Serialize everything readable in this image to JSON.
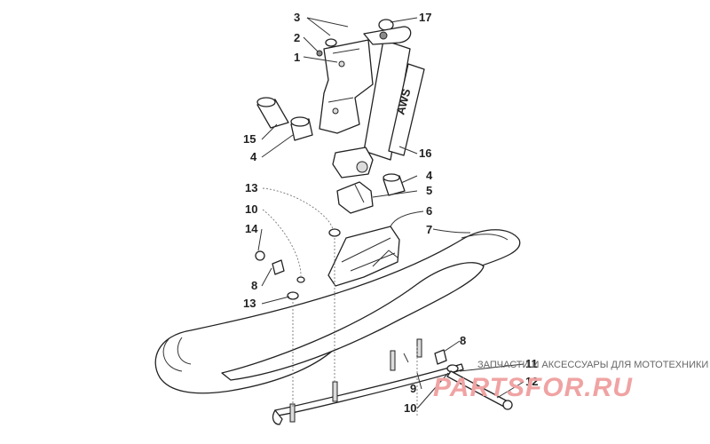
{
  "callouts": {
    "c1": "1",
    "c2": "2",
    "c3": "3",
    "c4a": "4",
    "c4b": "4",
    "c5": "5",
    "c6": "6",
    "c7": "7",
    "c8a": "8",
    "c8b": "8",
    "c9": "9",
    "c10a": "10",
    "c10b": "10",
    "c11": "11",
    "c12": "12",
    "c13a": "13",
    "c13b": "13",
    "c14": "14",
    "c15": "15",
    "c16": "16",
    "c17": "17"
  },
  "decal_text": "AWS",
  "watermark": {
    "caption": "ЗАПЧАСТИ И АКСЕССУАРЫ ДЛЯ МОТОТЕХНИКИ",
    "brand": "PARTSFOR.RU"
  },
  "colors": {
    "line": "#222222",
    "watermark": "#f0a3a3"
  }
}
